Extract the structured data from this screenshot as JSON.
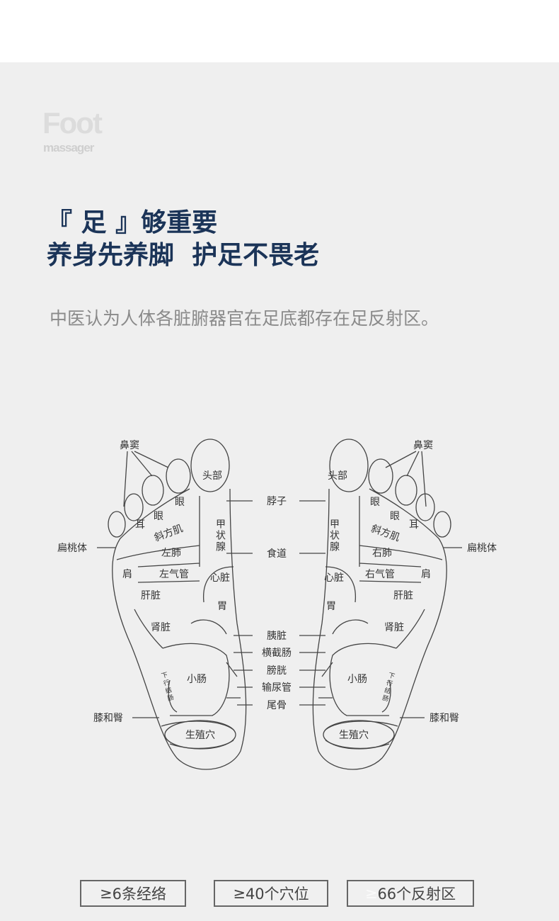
{
  "logo": {
    "line1": "Foot",
    "line2": "massager"
  },
  "headline": {
    "line1": "『 足 』够重要",
    "line2": "养身先养脚  护足不畏老"
  },
  "subtitle": "中医认为人体各脏腑器官在足底都存在足反射区。",
  "diagram": {
    "middle": [
      "脖子",
      "食道",
      "胰脏",
      "横截肠",
      "膀胱",
      "输尿管",
      "尾骨"
    ],
    "outer": {
      "sinus": "鼻窦",
      "tonsil": "扁桃体",
      "knee_hip": "膝和臀"
    },
    "left": {
      "head": "头部",
      "eye": "眼",
      "ear": "耳",
      "trapezius": "斜方肌",
      "lung": "左肺",
      "thyroid": "甲状腺",
      "shoulder": "肩",
      "trachea": "左气管",
      "heart": "心脏",
      "liver": "肝脏",
      "stomach": "胃",
      "kidney": "肾脏",
      "small_intestine": "小肠",
      "colon": "下行结肠",
      "genital": "生殖穴"
    },
    "right": {
      "head": "头部",
      "eye": "眼",
      "ear": "耳",
      "trapezius": "斜方肌",
      "lung": "右肺",
      "thyroid": "甲状腺",
      "shoulder": "肩",
      "trachea": "右气管",
      "heart": "心脏",
      "liver": "肝脏",
      "stomach": "胃",
      "kidney": "肾脏",
      "small_intestine": "小肠",
      "colon": "下行结肠",
      "genital": "生殖穴"
    }
  },
  "badges": [
    {
      "prefix": "≥",
      "text": "6条经络"
    },
    {
      "prefix": "≥",
      "text": "40个穴位"
    },
    {
      "prefix": "≥",
      "text": "66个反射区"
    }
  ]
}
